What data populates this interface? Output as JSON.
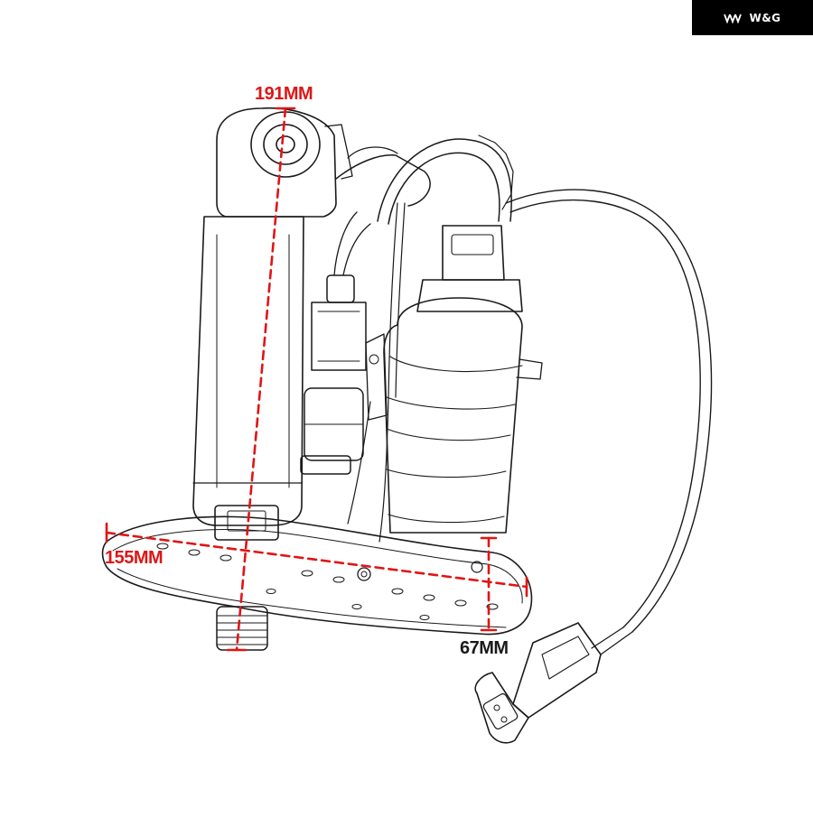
{
  "brand": {
    "label": "W&G",
    "logo_icon": "triple-chevron-logo-icon",
    "background": "#000000",
    "text_color": "#ffffff"
  },
  "dimensions": {
    "color": "#e01515",
    "height": {
      "label": "191MM"
    },
    "width": {
      "label": "155MM"
    },
    "depth": {
      "label": "67MM"
    }
  },
  "product": {
    "illustration": "fuel-pump-assembly-line-drawing"
  }
}
